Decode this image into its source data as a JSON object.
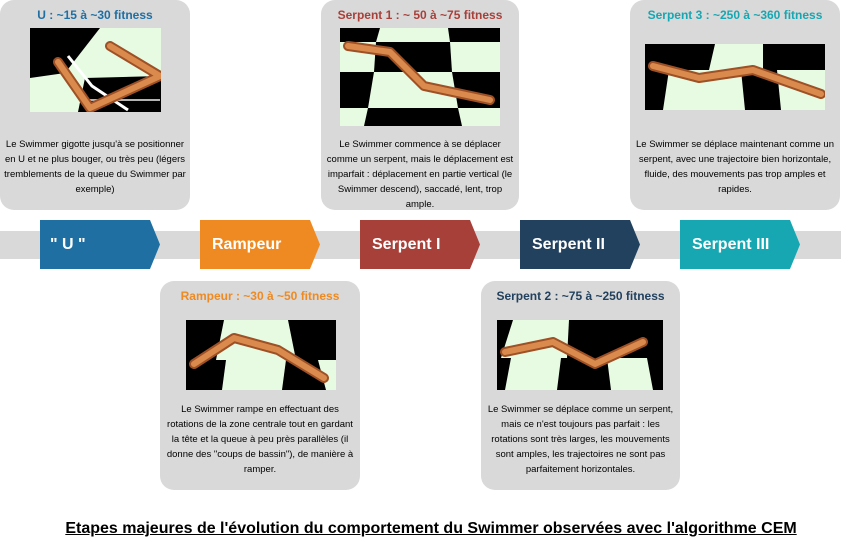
{
  "stages": [
    {
      "label": "\" U \"",
      "color": "#1f6fa3"
    },
    {
      "label": "Rampeur",
      "color": "#ef8a22"
    },
    {
      "label": "Serpent I",
      "color": "#a8403a"
    },
    {
      "label": "Serpent II",
      "color": "#22415e"
    },
    {
      "label": "Serpent III",
      "color": "#17a7b2"
    }
  ],
  "cards": {
    "u": {
      "title": "U : ~15 à ~30 fitness",
      "title_color": "#1f6fa3",
      "desc": "Le Swimmer gigotte jusqu'à se positionner en U et ne plus bouger, ou très peu (légers tremblements de la queue du Swimmer par exemple)"
    },
    "rampeur": {
      "title": "Rampeur : ~30 à ~50 fitness",
      "title_color": "#ef8a22",
      "desc": "Le Swimmer rampe en effectuant des rotations de la zone centrale tout en gardant la tête et la queue à peu près parallèles (il donne des \"coups de bassin\"), de manière à ramper."
    },
    "serpent1": {
      "title": "Serpent 1 : ~ 50 à ~75 fitness",
      "title_color": "#a8403a",
      "desc": "Le Swimmer commence à se déplacer comme un serpent, mais le déplacement est imparfait : déplacement en partie vertical (le Swimmer descend), saccadé, lent, trop ample."
    },
    "serpent2": {
      "title": "Serpent 2 : ~75 à ~250 fitness",
      "title_color": "#22415e",
      "desc": "Le Swimmer se déplace comme un serpent, mais ce n'est toujours pas parfait : les rotations sont très larges, les mouvements sont amples, les trajectoires ne sont pas parfaitement horizontales."
    },
    "serpent3": {
      "title": "Serpent 3 : ~250 à ~360 fitness",
      "title_color": "#17a7b2",
      "desc": "Le Swimmer se déplace maintenant comme un serpent, avec une trajectoire bien horizontale, fluide, des mouvements pas trop amples et rapides."
    }
  },
  "caption": "Etapes majeures de l'évolution du comportement du Swimmer observées avec l'algorithme CEM"
}
